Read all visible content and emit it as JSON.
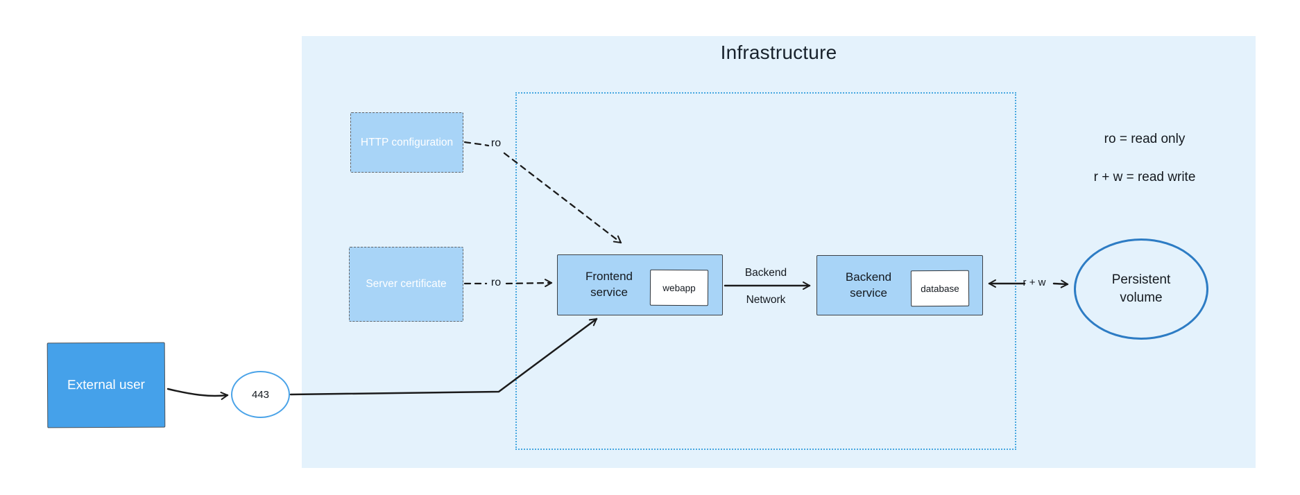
{
  "diagram": {
    "title": "Infrastructure",
    "nodes": {
      "external_user": "External user",
      "port": "443",
      "http_config": "HTTP configuration",
      "server_cert": "Server certificate",
      "frontend": "Frontend service",
      "frontend_inner": "webapp",
      "backend": "Backend service",
      "backend_inner": "database",
      "persistent_volume": "Persistent volume"
    },
    "edge_labels": {
      "http_ro": "ro",
      "cert_ro": "ro",
      "network_line1": "Backend",
      "network_line2": "Network",
      "rw": "r + w"
    },
    "legend": {
      "line1": "ro = read only",
      "line2": "r + w = read write"
    },
    "colors": {
      "canvas_bg": "#ffffff",
      "infra_bg": "#e4f2fc",
      "node_fill": "#a8d4f7",
      "external_user_fill": "#45a1ea",
      "inner_node_fill": "#ffffff",
      "network_zone_border": "#45a7e0",
      "ellipse_border": "#2d7cc4",
      "port_circle_border": "#4aa3e8",
      "arrow": "#1b1b1b",
      "dashed_box_border": "#5f6368",
      "text_dark": "#14191f",
      "text_light": "#ffffff"
    }
  }
}
